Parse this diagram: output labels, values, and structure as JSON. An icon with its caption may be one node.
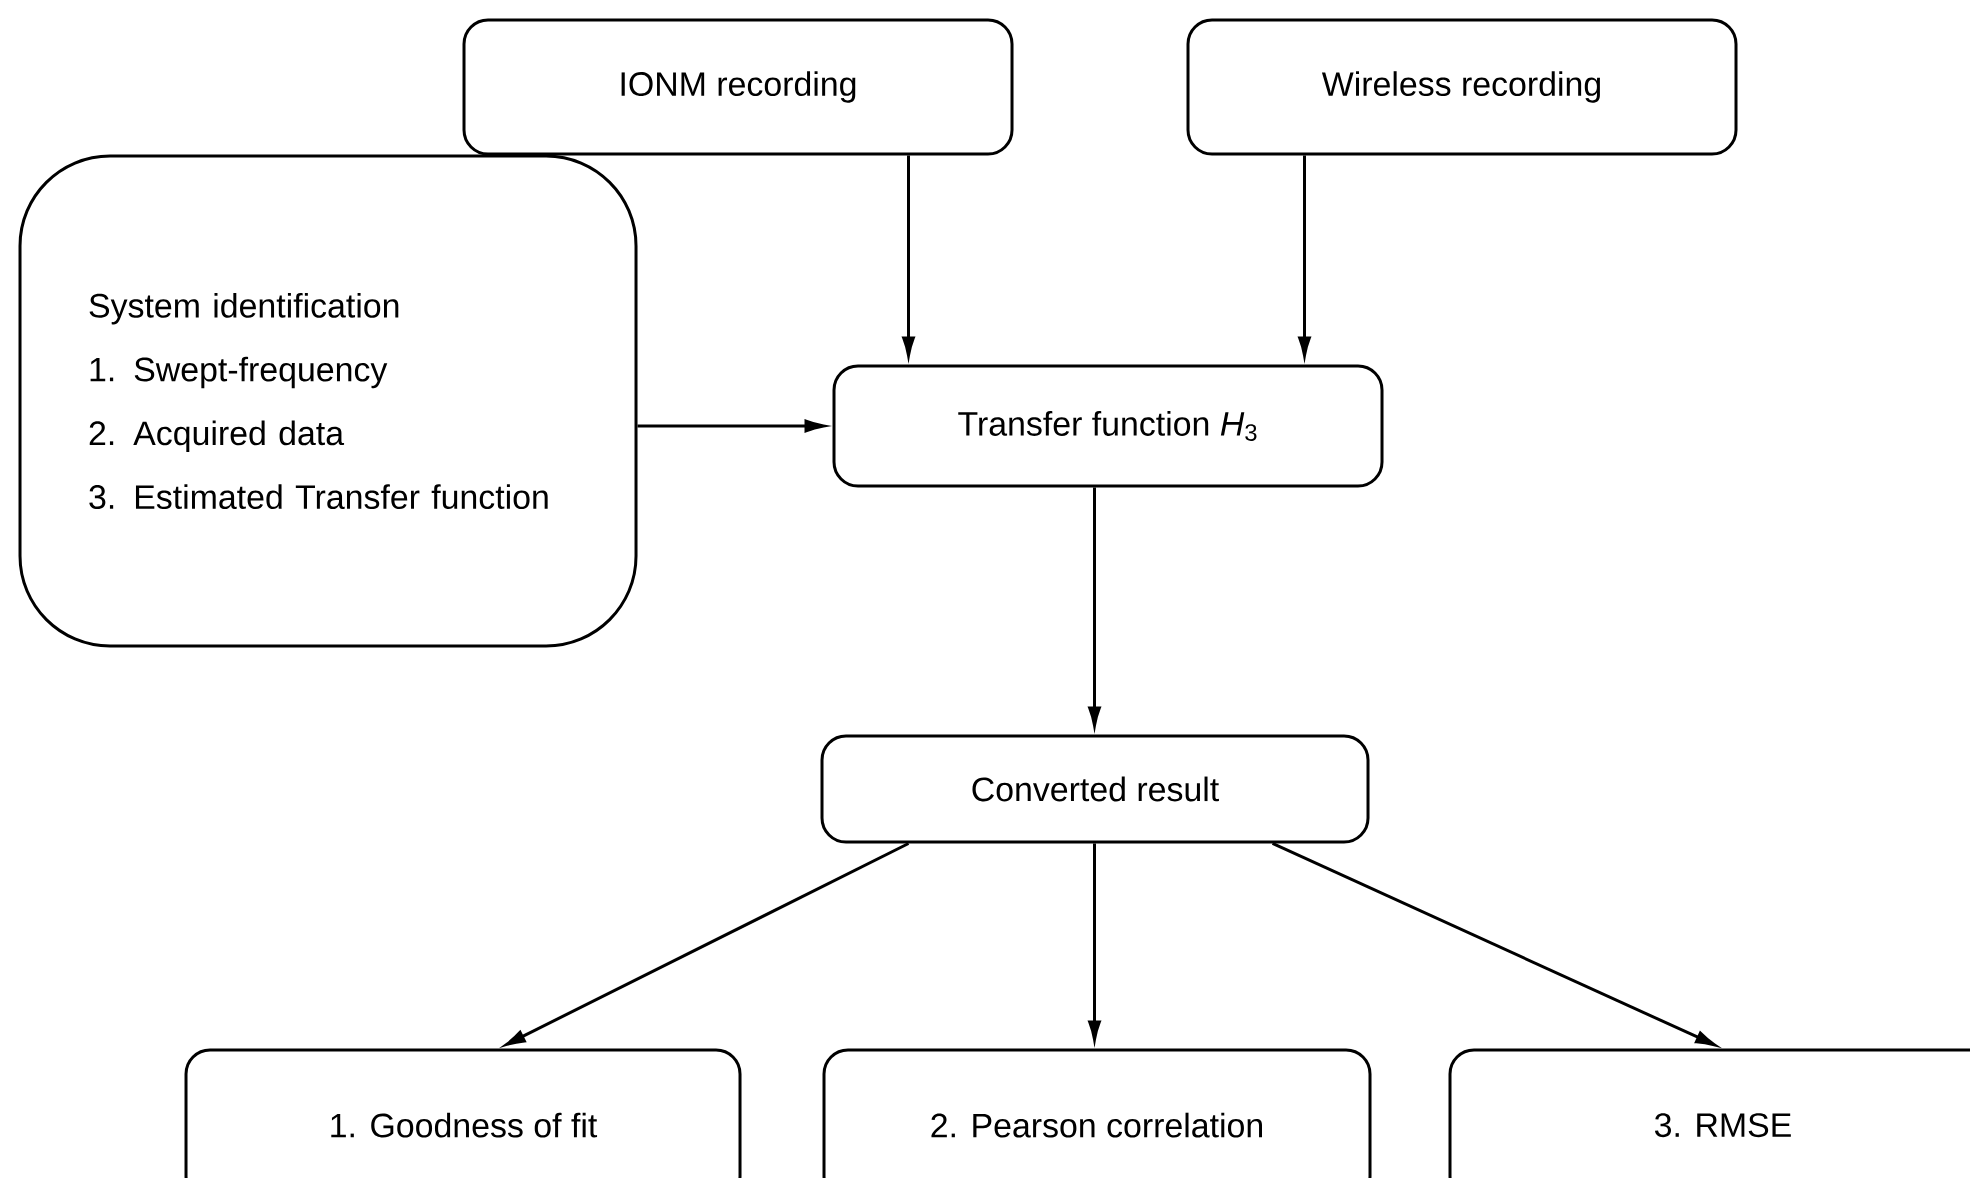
{
  "diagram": {
    "nodes": [
      {
        "text": [
          "IONM recording"
        ]
      },
      {
        "text": [
          "Wireless recording"
        ]
      },
      {
        "text": [
          "System identification",
          "1. Swept-frequency",
          "2. Acquired data",
          "3. Estimated Transfer function"
        ]
      },
      {
        "text": [
          "Transfer function *H*$_{3}$"
        ]
      },
      {
        "text": [
          "Converted result"
        ]
      },
      {
        "text": [
          "1. Goodness of fit"
        ]
      },
      {
        "text": [
          "2. Pearson correlation"
        ]
      },
      {
        "text": [
          "3. RMSE"
        ]
      }
    ],
    "edges": [
      {
        "from": 0,
        "to": 3,
        "arrow": "to"
      },
      {
        "from": 1,
        "to": 3,
        "arrow": "to"
      },
      {
        "from": 2,
        "to": 3,
        "arrow": "to"
      },
      {
        "from": 3,
        "to": 4,
        "arrow": "to"
      },
      {
        "from": 4,
        "to": 5,
        "arrow": "to"
      },
      {
        "from": 4,
        "to": 6,
        "arrow": "to"
      },
      {
        "from": 4,
        "to": 7,
        "arrow": "to"
      }
    ]
  }
}
